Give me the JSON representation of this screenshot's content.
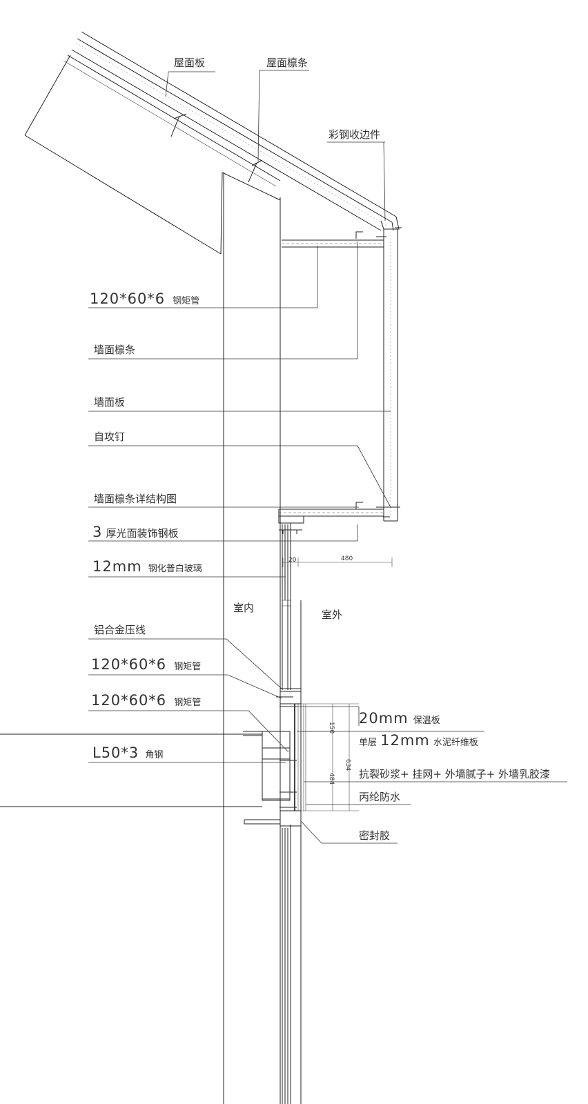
{
  "labels": {
    "roof_panel": "屋面板",
    "roof_purlin": "屋面檩条",
    "steel_trim": "彩钢收边件",
    "tube_a_num": "120*60*6",
    "tube_a_txt": "钢矩管",
    "wall_purlin": "墙面檩条",
    "wall_panel": "墙面板",
    "screw": "自攻钉",
    "purlin_detail": "墙面檩条详结构图",
    "deco_num": "3",
    "deco_txt": "厚光面装饰钢板",
    "glass_num": "12mm",
    "glass_txt": "钢化普白玻璃",
    "indoor": "室内",
    "outdoor": "室外",
    "alu_strip": "铝合金压线",
    "tube_b_num": "120*60*6",
    "tube_b_txt": "钢矩管",
    "tube_c_num": "120*60*6",
    "tube_c_txt": "钢矩管",
    "angle_num": "L50*3",
    "angle_txt": "角钢",
    "insul_num": "20mm",
    "insul_txt": "保温板",
    "cement_pre": "单层",
    "cement_num": "12mm",
    "cement_txt": "水泥纤维板",
    "mortar": "抗裂砂浆+ 挂网+ 外墙腻子+ 外墙乳胶漆",
    "waterproof": "丙纶防水",
    "sealant": "密封胶"
  },
  "dims": {
    "d20": "20",
    "d480": "480",
    "d150": "150",
    "d484": "484",
    "d634": "634"
  }
}
